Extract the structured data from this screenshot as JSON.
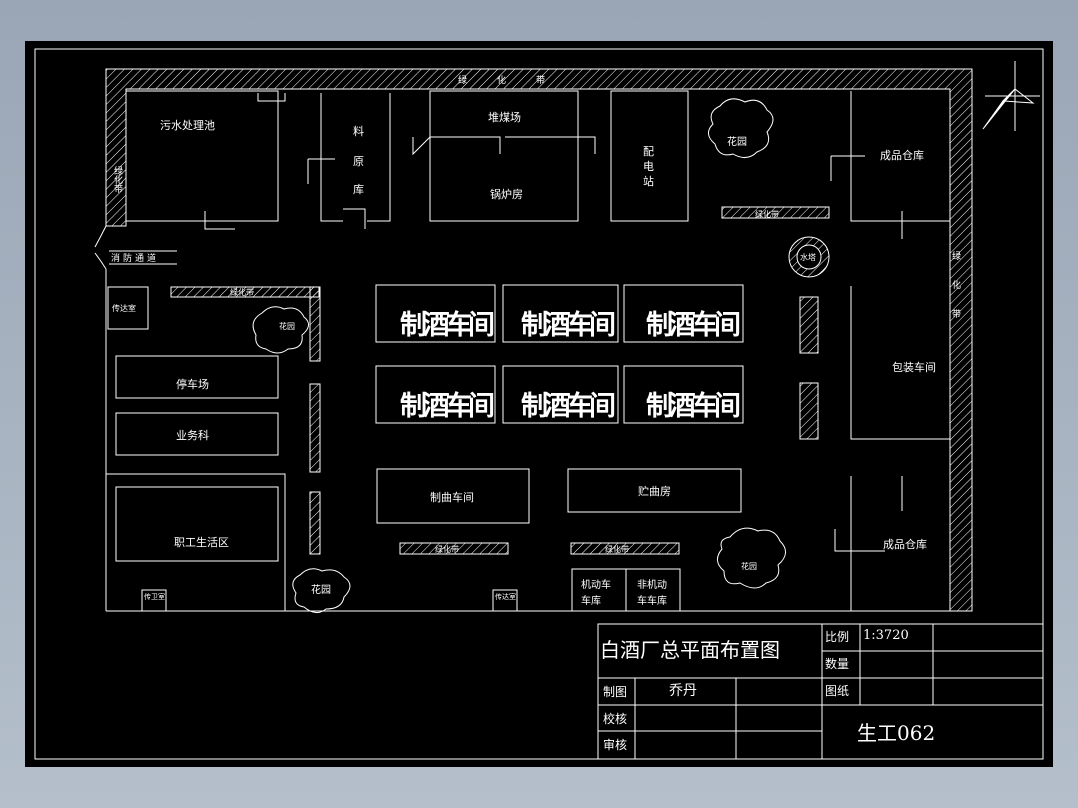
{
  "title_block": {
    "drawing_title": "白酒厂总平面布置图",
    "scale_label": "比例",
    "scale_value": "1:3720",
    "quantity_label": "数量",
    "drawer_label": "制图",
    "drawer_name": "乔丹",
    "drawing_no_label": "图纸",
    "checker_label": "校核",
    "reviewer_label": "审核",
    "class_name": "生工062"
  },
  "buildings": {
    "sewage": "污水处理池",
    "material_1": "料",
    "material_2": "原",
    "material_3": "库",
    "coal_yard": "堆煤场",
    "boiler": "锅炉房",
    "power_1": "配",
    "power_2": "电",
    "power_3": "站",
    "product_wh_top": "成品仓库",
    "product_wh_bottom": "成品仓库",
    "water_tower": "水塔",
    "packaging": "包装车间",
    "guard_room": "传达室",
    "guard_room_2": "传达室",
    "guard_room_3": "传卫室",
    "parking": "停车场",
    "business": "业务科",
    "staff_living": "职工生活区",
    "brew_shop": "制酒车间",
    "koji_shop": "制曲车间",
    "koji_store": "贮曲房",
    "motor_garage": "机动车车库",
    "non_motor_garage": "非机动车车库",
    "garden": "花园",
    "greenbelt": "绿化带",
    "fire_lane": "消防通道"
  },
  "colors": {
    "background": "#000000",
    "line": "#ffffff",
    "frame_bg": "#9aa6b6"
  }
}
